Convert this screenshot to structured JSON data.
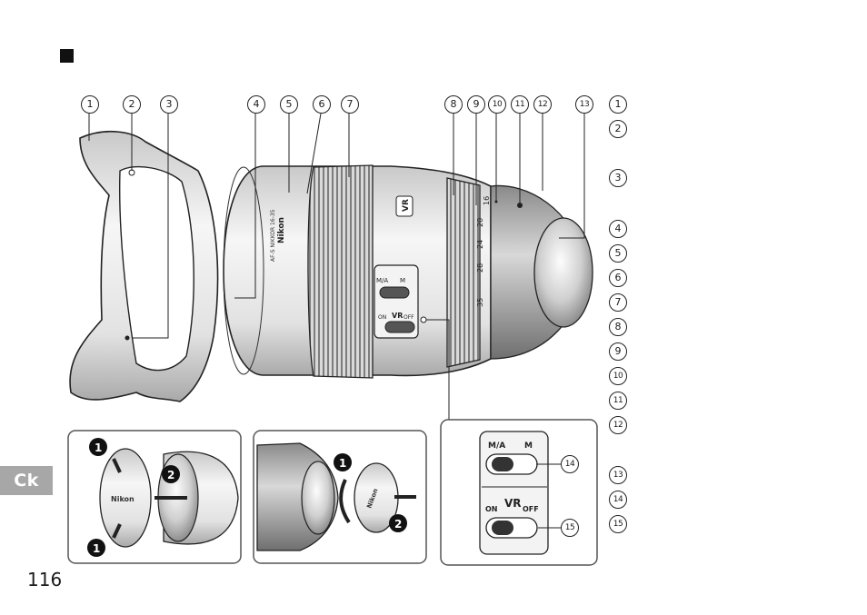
{
  "page": {
    "number": "116",
    "language_tab": "Ck"
  },
  "callouts": [
    "1",
    "2",
    "3",
    "4",
    "5",
    "6",
    "7",
    "8",
    "9",
    "10",
    "11",
    "12",
    "13",
    "14",
    "15"
  ],
  "legend_numbers": [
    "1",
    "2",
    "3",
    "4",
    "5",
    "6",
    "7",
    "8",
    "9",
    "10",
    "11",
    "12",
    "13",
    "14",
    "15"
  ],
  "lens_markings": {
    "vr_badge": "VR",
    "brand": "Nikon",
    "model": "AF-S NIKKOR 16-35",
    "switch_ma": "M/A",
    "switch_m": "M",
    "vr_label": "VR",
    "vr_on": "ON",
    "vr_off": "OFF",
    "focal_marks": [
      "16",
      "20",
      "24",
      "28",
      "35"
    ]
  },
  "inset_left": {
    "steps": [
      "1",
      "2",
      "1"
    ],
    "cap_brand": "Nikon"
  },
  "inset_middle": {
    "steps": [
      "1",
      "2"
    ],
    "cap_brand": "Nikon"
  },
  "inset_right": {
    "switch_ma": "M/A",
    "switch_m": "M",
    "vr_on": "ON",
    "vr_label": "VR",
    "vr_off": "OFF"
  },
  "colors": {
    "tab_gray": "#a7a7a7",
    "line": "#222222",
    "lens_body": "#e9e9e9"
  }
}
